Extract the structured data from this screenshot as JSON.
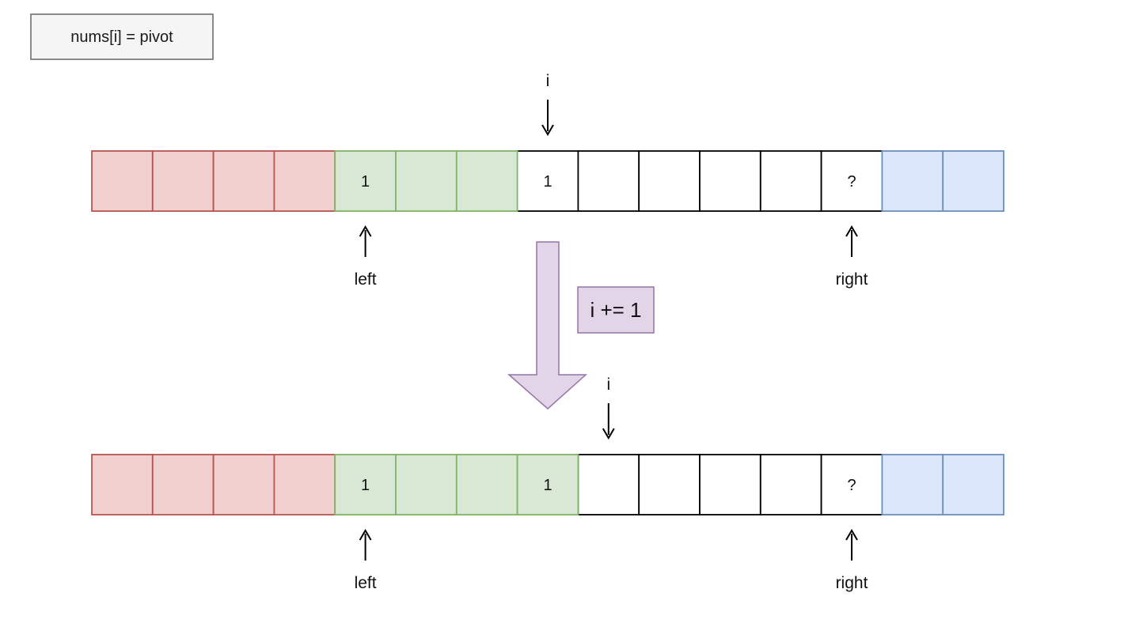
{
  "condition": {
    "label": "nums[i] = pivot"
  },
  "step": {
    "label": "i += 1"
  },
  "colors": {
    "less": {
      "fill": "#f2d0cf",
      "stroke": "#b85450"
    },
    "equal": {
      "fill": "#d9e8d5",
      "stroke": "#82b366"
    },
    "unknown": {
      "fill": "#ffffff",
      "stroke": "#000000"
    },
    "greater": {
      "fill": "#dbe7fa",
      "stroke": "#6c8ebf"
    },
    "arrow": {
      "fill": "#e1d5e7",
      "stroke": "#9673a6"
    },
    "condition_box": {
      "fill": "#f5f5f5",
      "stroke": "#666666"
    }
  },
  "rows": [
    {
      "cells": [
        {
          "zone": "less",
          "value": ""
        },
        {
          "zone": "less",
          "value": ""
        },
        {
          "zone": "less",
          "value": ""
        },
        {
          "zone": "less",
          "value": ""
        },
        {
          "zone": "equal",
          "value": "1"
        },
        {
          "zone": "equal",
          "value": ""
        },
        {
          "zone": "equal",
          "value": ""
        },
        {
          "zone": "unknown",
          "value": "1"
        },
        {
          "zone": "unknown",
          "value": ""
        },
        {
          "zone": "unknown",
          "value": ""
        },
        {
          "zone": "unknown",
          "value": ""
        },
        {
          "zone": "unknown",
          "value": ""
        },
        {
          "zone": "unknown",
          "value": "?"
        },
        {
          "zone": "greater",
          "value": ""
        },
        {
          "zone": "greater",
          "value": ""
        }
      ],
      "pointers": {
        "i": {
          "label": "i",
          "cell": 7
        },
        "left": {
          "label": "left",
          "cell": 4
        },
        "right": {
          "label": "right",
          "cell": 12
        }
      }
    },
    {
      "cells": [
        {
          "zone": "less",
          "value": ""
        },
        {
          "zone": "less",
          "value": ""
        },
        {
          "zone": "less",
          "value": ""
        },
        {
          "zone": "less",
          "value": ""
        },
        {
          "zone": "equal",
          "value": "1"
        },
        {
          "zone": "equal",
          "value": ""
        },
        {
          "zone": "equal",
          "value": ""
        },
        {
          "zone": "equal",
          "value": "1"
        },
        {
          "zone": "unknown",
          "value": ""
        },
        {
          "zone": "unknown",
          "value": ""
        },
        {
          "zone": "unknown",
          "value": ""
        },
        {
          "zone": "unknown",
          "value": ""
        },
        {
          "zone": "unknown",
          "value": "?"
        },
        {
          "zone": "greater",
          "value": ""
        },
        {
          "zone": "greater",
          "value": ""
        }
      ],
      "pointers": {
        "i": {
          "label": "i",
          "cell": 8
        },
        "left": {
          "label": "left",
          "cell": 4
        },
        "right": {
          "label": "right",
          "cell": 12
        }
      }
    }
  ]
}
